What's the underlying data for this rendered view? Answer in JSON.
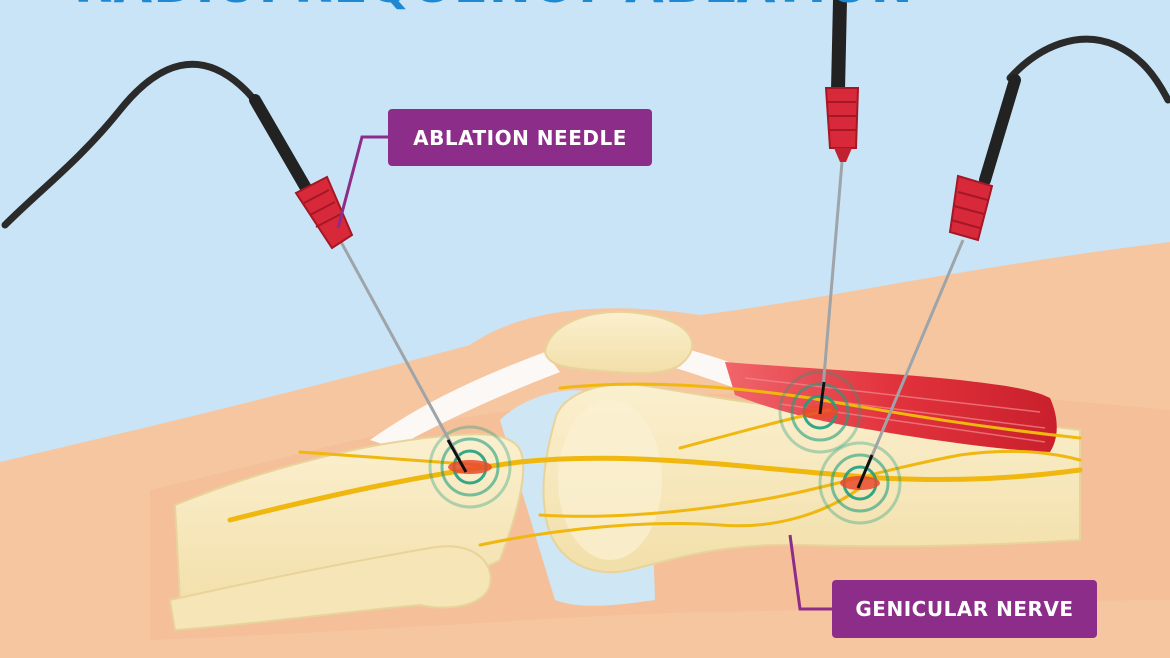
{
  "title": "RADIOFREQUENCY ABLATION",
  "labels": {
    "ablation_needle": "ABLATION NEEDLE",
    "genicular_nerve": "GENICULAR NERVE"
  },
  "colors": {
    "background": "#c9e4f6",
    "skin": "#f6c6a0",
    "bone": "#f7e9bf",
    "nerve": "#f0b70f",
    "muscle": "#e2333d",
    "label_bg": "#8c2d8a",
    "title": "#1e88d2",
    "needle_handle": "#d8293a",
    "cable": "#2a2a2a",
    "ablation_zone": "#1f9e7e"
  },
  "icons": {
    "needle": "ablation-needle-icon",
    "target": "ablation-zone-icon"
  }
}
